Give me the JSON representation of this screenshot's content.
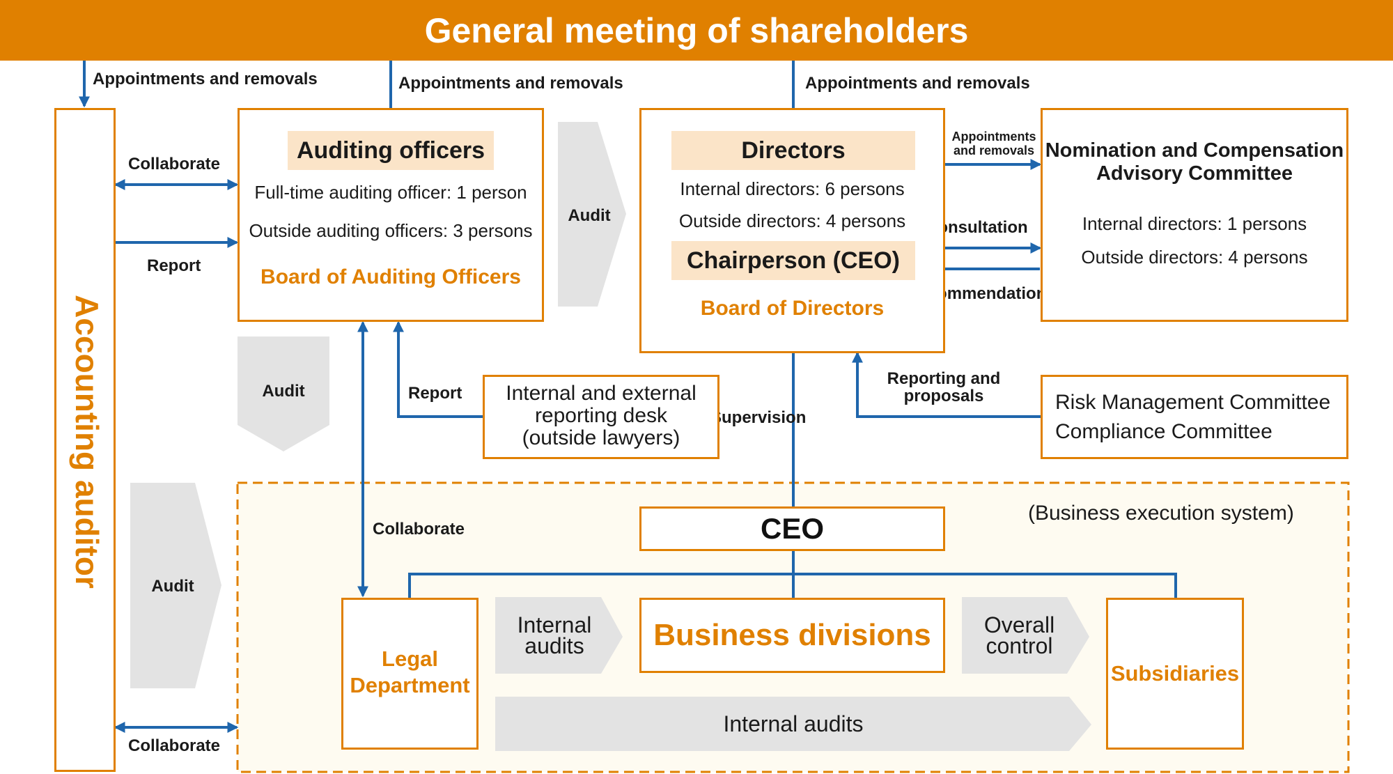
{
  "header": {
    "title": "General meeting of shareholders"
  },
  "labels": {
    "appointments_left": "Appointments and removals",
    "appointments_mid": "Appointments and removals",
    "appointments_right": "Appointments and removals",
    "appointments_small_1": "Appointments",
    "appointments_small_2": "and removals",
    "collaborate_top": "Collaborate",
    "report_left": "Report",
    "audit_top": "Audit",
    "audit_mid": "Audit",
    "audit_left": "Audit",
    "report_desk": "Report",
    "consultation": "Consultation",
    "recommendation": "Recommendation",
    "reporting_1": "Reporting and",
    "reporting_2": "proposals",
    "supervision": "Supervision",
    "collaborate_mid": "Collaborate",
    "collaborate_bottom": "Collaborate"
  },
  "accounting_auditor": {
    "title": "Accounting auditor"
  },
  "auditing": {
    "title": "Auditing officers",
    "fulltime": "Full-time auditing officer: 1 person",
    "outside": "Outside auditing officers: 3 persons",
    "board": "Board of Auditing Officers"
  },
  "directors": {
    "title": "Directors",
    "internal": "Internal directors: 6 persons",
    "outside": "Outside directors: 4 persons",
    "chair": "Chairperson (CEO)",
    "board": "Board of Directors"
  },
  "nomination": {
    "title_1": "Nomination and Compensation",
    "title_2": "Advisory Committee",
    "internal": "Internal directors: 1 persons",
    "outside": "Outside directors: 4 persons"
  },
  "desk": {
    "line1": "Internal and external",
    "line2": "reporting desk",
    "line3": "(outside lawyers)"
  },
  "risk": {
    "line1": "Risk Management Committee",
    "line2": "Compliance Committee"
  },
  "business": {
    "system_label": "(Business execution system)",
    "ceo": "CEO",
    "legal_1": "Legal",
    "legal_2": "Department",
    "internal_audits_1": "Internal",
    "internal_audits_2": "audits",
    "divisions": "Business divisions",
    "overall_1": "Overall",
    "overall_2": "control",
    "subsidiaries": "Subsidiaries",
    "internal_audits_bar": "Internal audits"
  },
  "colors": {
    "orange": "#e08000",
    "blue": "#1f66ac",
    "gray": "#e3e3e3",
    "tag": "#fbe4c8",
    "execution_bg": "#fefbf1"
  }
}
